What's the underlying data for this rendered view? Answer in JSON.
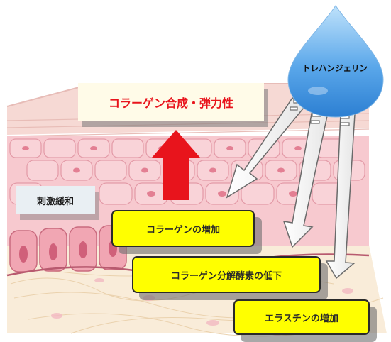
{
  "drop": {
    "label": "トレハンジェリン"
  },
  "effects": {
    "collagen_synthesis": "コラーゲン合成・弾力性",
    "irritation": "刺激緩和",
    "collagen_increase": "コラーゲンの増加",
    "collagenase_decrease": "コラーゲン分解酵素の低下",
    "elastin_increase": "エラスチンの増加"
  },
  "colors": {
    "drop": "#3d8fde",
    "up_arrow": "#e8141c",
    "yellow_box": "#ffff00",
    "skin_cell": "#f7c9cf",
    "dermis": "#f9ecd9"
  }
}
